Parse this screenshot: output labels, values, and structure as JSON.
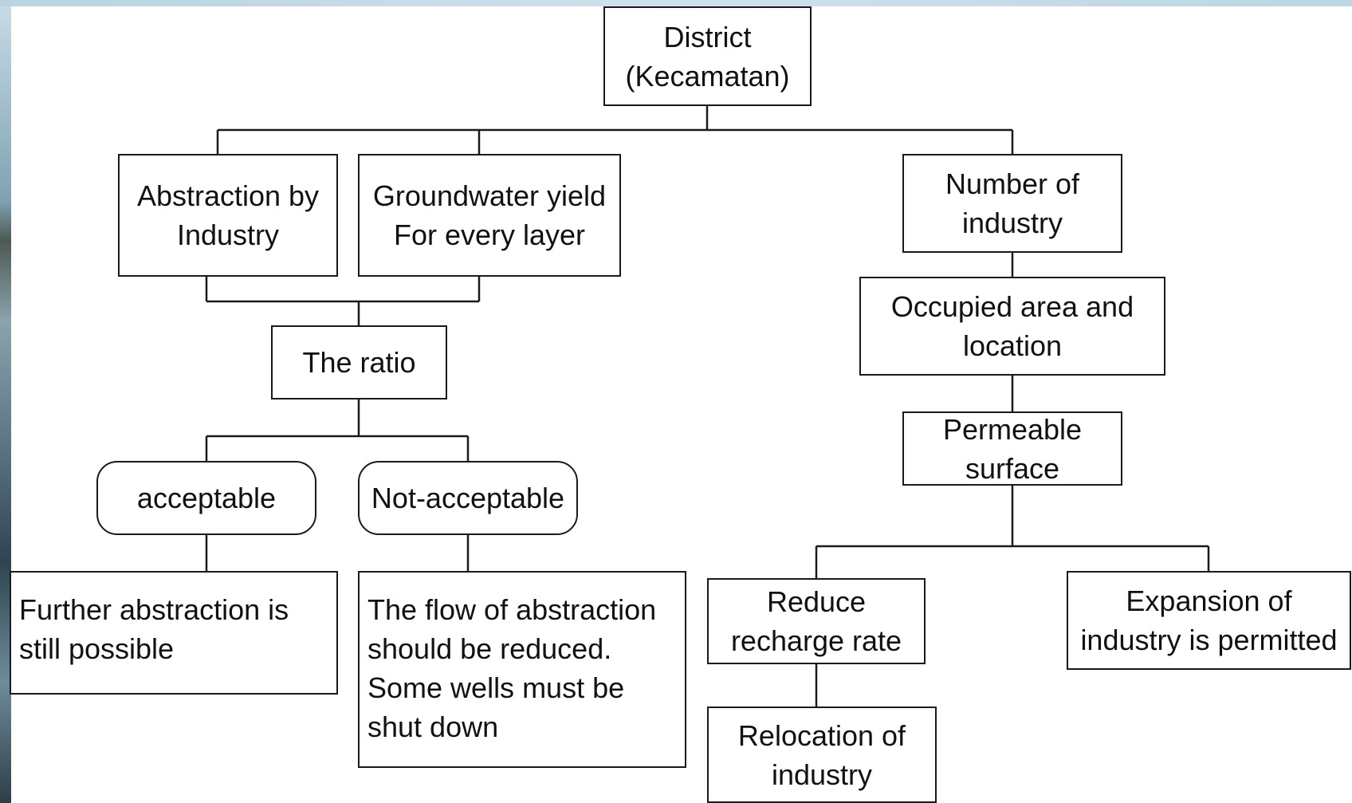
{
  "diagram": {
    "root": {
      "text": "District\n(Kecamatan)"
    },
    "left_branch": {
      "abstraction": {
        "text": "Abstraction by\nIndustry"
      },
      "groundwater": {
        "text": "Groundwater yield\nFor every layer"
      },
      "ratio": {
        "text": "The ratio"
      },
      "acceptable": {
        "text": "acceptable"
      },
      "not_acceptable": {
        "text": "Not-acceptable"
      },
      "further": {
        "text": "Further abstraction is\nstill possible"
      },
      "flow": {
        "text": "The flow of abstraction\nshould be reduced.\nSome wells must be\nshut down"
      }
    },
    "right_branch": {
      "number_industry": {
        "text": "Number of\nindustry"
      },
      "occupied": {
        "text": "Occupied area and\nlocation"
      },
      "permeable": {
        "text": "Permeable\nsurface"
      },
      "reduce": {
        "text": "Reduce\nrecharge rate"
      },
      "expansion": {
        "text": "Expansion of\nindustry is permitted"
      },
      "relocation": {
        "text": "Relocation of\nindustry"
      }
    }
  }
}
